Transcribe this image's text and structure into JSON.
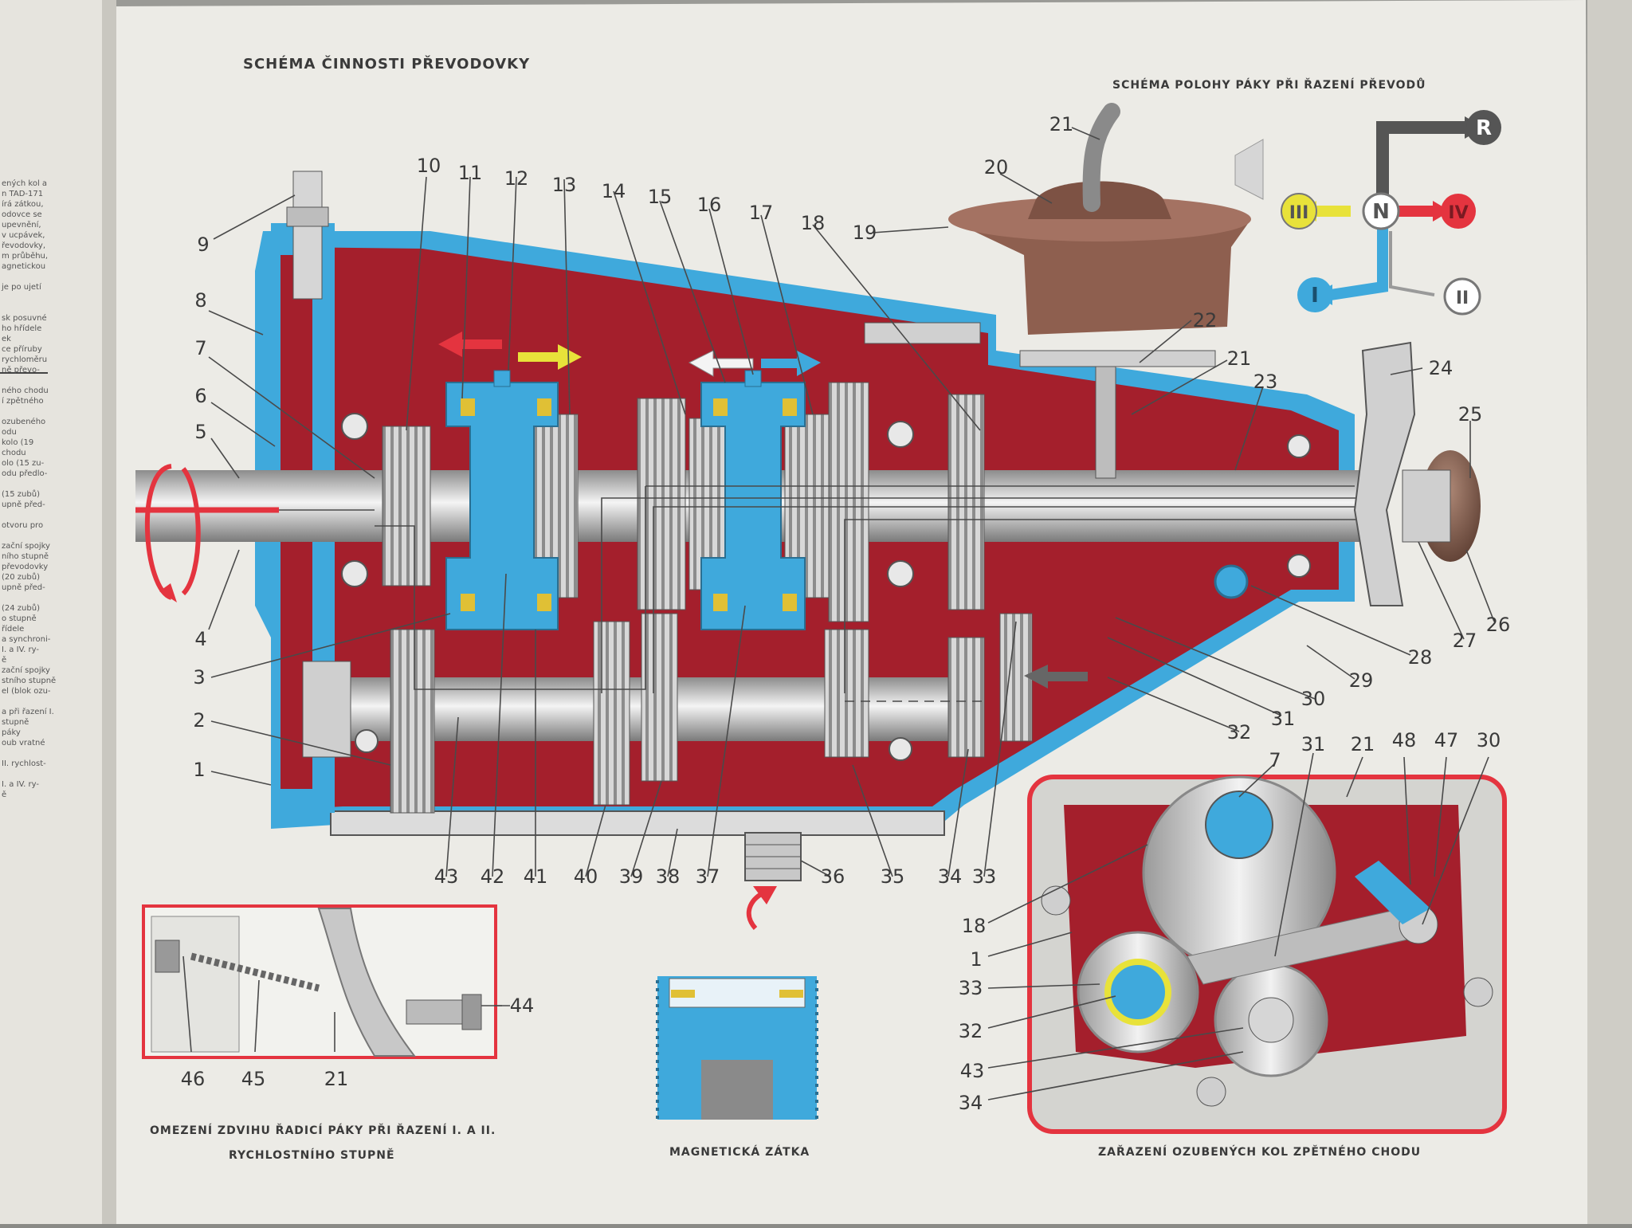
{
  "titles": {
    "main": "SCHÉMA ČINNOSTI PŘEVODOVKY",
    "lever_scheme": "SCHÉMA POLOHY PÁKY PŘI ŘAZENÍ PŘEVODŮ",
    "limit_line1": "OMEZENÍ ZDVIHU ŘADICÍ PÁKY PŘI ŘAZENÍ I. A II.",
    "limit_line2": "RYCHLOSTNÍHO STUPNĚ",
    "plug": "MAGNETICKÁ ZÁTKA",
    "reverse": "ZAŘAZENÍ OZUBENÝCH KOL ZPĚTNÉHO CHODU"
  },
  "gear_positions": [
    "R",
    "III",
    "N",
    "IV",
    "I",
    "II"
  ],
  "callouts_main": [
    "1",
    "2",
    "3",
    "4",
    "5",
    "6",
    "7",
    "8",
    "9",
    "10",
    "11",
    "12",
    "13",
    "14",
    "15",
    "16",
    "17",
    "18",
    "19",
    "20",
    "21",
    "22",
    "21",
    "23",
    "24",
    "25",
    "26",
    "27",
    "28",
    "29",
    "30",
    "31",
    "32",
    "33",
    "34",
    "35",
    "36",
    "37",
    "38",
    "39",
    "40",
    "41",
    "42",
    "43"
  ],
  "callouts_limit": [
    "44",
    "45",
    "46",
    "21"
  ],
  "callouts_reverse": [
    "7",
    "31",
    "21",
    "48",
    "47",
    "30",
    "18",
    "1",
    "33",
    "32",
    "43",
    "34"
  ],
  "margin_lines": [
    "ených kol a",
    "n TAD-171",
    "írá zátkou,",
    "odovce se",
    "upevnění,",
    "v ucpávek,",
    "řevodovky,",
    "m průběhu,",
    "agnetickou",
    "",
    "je po ujetí",
    "",
    "",
    "sk posuvné",
    "ho hřídele",
    "ek",
    "ce příruby",
    "rychloměru",
    "ně převo-",
    "",
    "ného chodu",
    "í zpětného",
    "",
    "ozubeného",
    "odu",
    "kolo (19",
    "chodu",
    "olo (15 zu-",
    "odu předlo-",
    "",
    "(15 zubů)",
    "upně před-",
    "",
    "otvoru pro",
    "",
    "zační spojky",
    "ního stupně",
    "převodovky",
    "(20 zubů)",
    "upně před-",
    "",
    "(24 zubů)",
    "o stupně",
    "řídele",
    "a synchroni-",
    "I. a IV. ry-",
    "ě",
    "zační spojky",
    "stního stupně",
    "el (blok ozu-",
    "",
    "a při řazení I.",
    "stupně",
    "páky",
    "oub vratné",
    "",
    "II. rychlost-",
    "",
    "I. a IV. ry-",
    "ě"
  ],
  "colors": {
    "housing_red": "#a41f2c",
    "oil_blue": "#3fa9dc",
    "page": "#ecebe6",
    "frame_red": "#e4343f",
    "yellow": "#e8e23a",
    "grey_dark": "#555555"
  }
}
